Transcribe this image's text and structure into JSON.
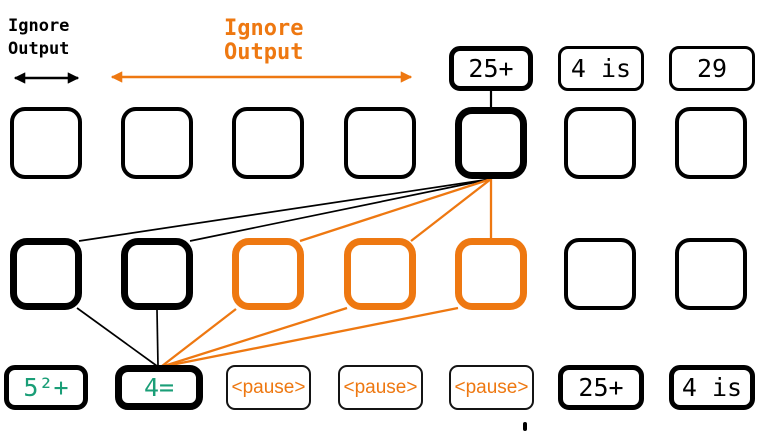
{
  "colors": {
    "ink": "#000000",
    "orange": "#EE7811",
    "teal": "#1A9E77"
  },
  "annotations": {
    "ignore_output_black": {
      "line1": "Ignore",
      "line2": "Output"
    },
    "ignore_output_orange": {
      "line1": "Ignore",
      "line2": "Output"
    }
  },
  "top_tokens": [
    {
      "text": "25+"
    },
    {
      "text": "4 is"
    },
    {
      "text": "29"
    }
  ],
  "bottom_tokens": [
    {
      "text": "5²+"
    },
    {
      "text": "4="
    },
    {
      "text": "<pause>"
    },
    {
      "text": "<pause>"
    },
    {
      "text": "<pause>"
    },
    {
      "text": "25+"
    },
    {
      "text": "4 is"
    }
  ]
}
